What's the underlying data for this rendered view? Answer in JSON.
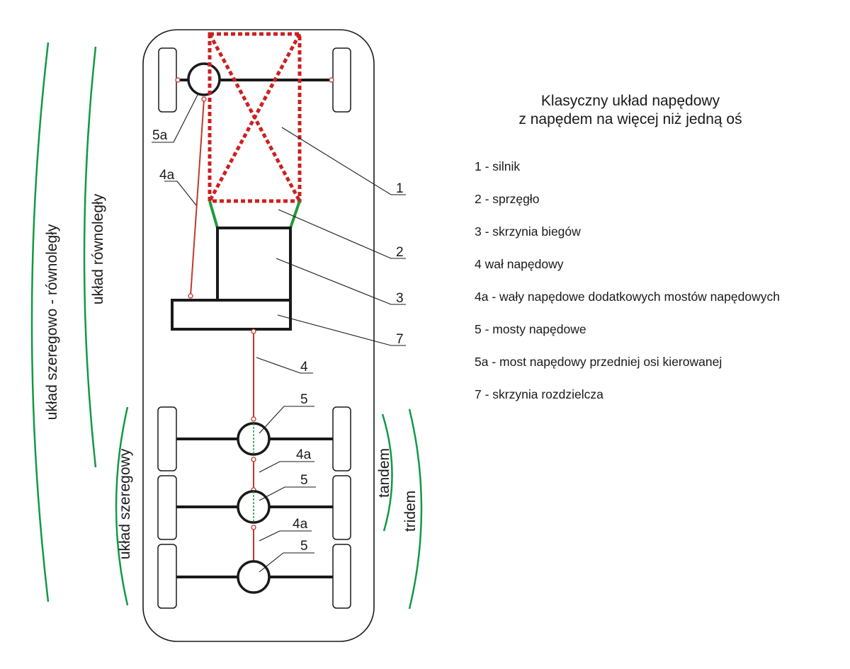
{
  "title": {
    "line1": "Klasyczny układ napędowy",
    "line2": "z napędem na więcej niż jedną oś"
  },
  "legend": [
    "1 - silnik",
    "2 - sprzęgło",
    "3 - skrzynia biegów",
    "4 wał napędowy",
    "4a - wały napędowe dodatkowych mostów napędowych",
    "5 - mosty napędowe",
    "5a - most napędowy przedniej osi kierowanej",
    "7 - skrzynia rozdzielcza"
  ],
  "callouts": {
    "c1": "1",
    "c2": "2",
    "c3": "3",
    "c7": "7",
    "c4": "4",
    "c4a_top": "4a",
    "c5a": "5a",
    "c5_1": "5",
    "c4a_1": "4a",
    "c5_2": "5",
    "c4a_2": "4a",
    "c5_3": "5"
  },
  "groups": {
    "series_parallel": "układ szeregowo - równoległy",
    "parallel": "układ równoległy",
    "series": "układ szeregowy",
    "tandem": "tandem",
    "tridem": "tridem"
  },
  "colors": {
    "frame": "#1a1a1a",
    "engine_red": "#cc2020",
    "shaft_red": "#c0392b",
    "clutch_green": "#1f9a3c",
    "bracket_green": "#119944"
  }
}
